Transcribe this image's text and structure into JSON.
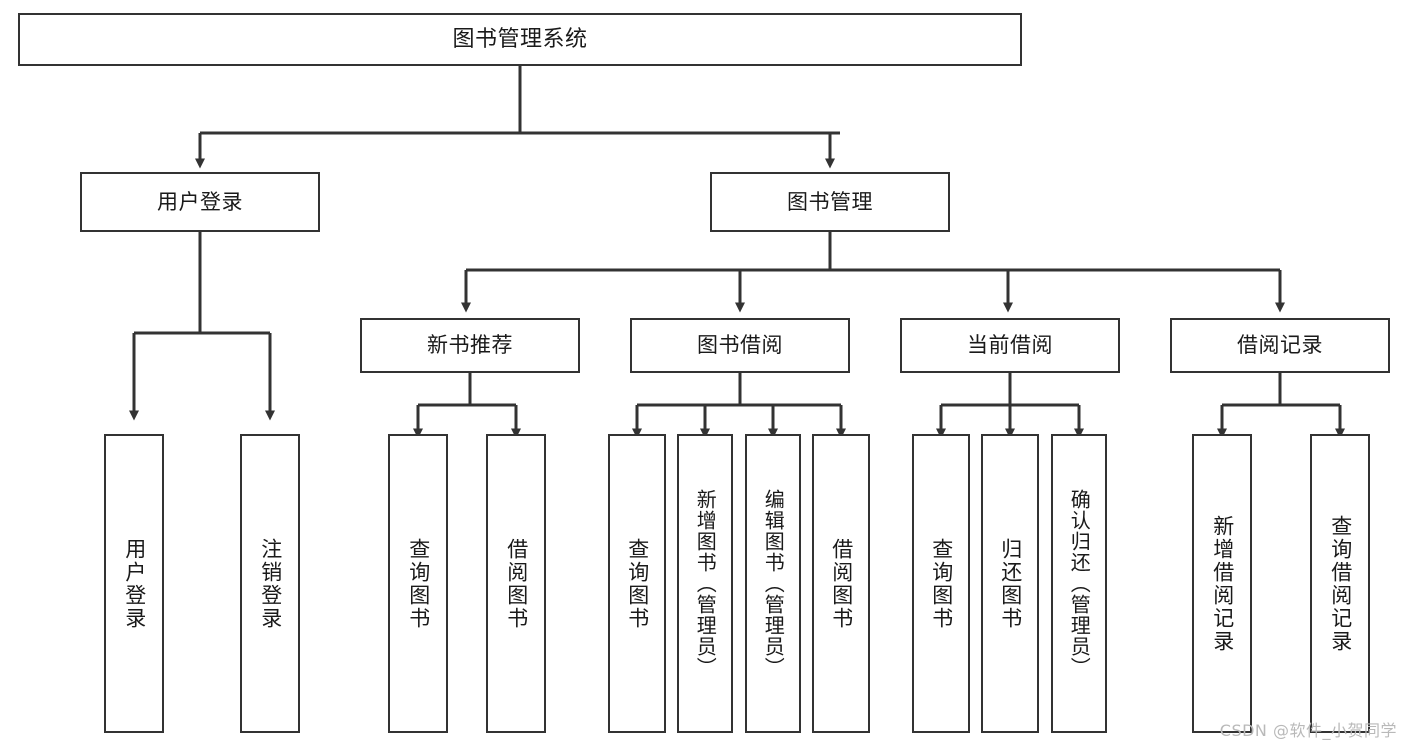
{
  "diagram": {
    "title": "图书管理系统",
    "type": "tree-hierarchy",
    "root": {
      "label": "图书管理系统"
    },
    "level2": [
      {
        "label": "用户登录"
      },
      {
        "label": "图书管理"
      }
    ],
    "level3": [
      {
        "label": "新书推荐"
      },
      {
        "label": "图书借阅"
      },
      {
        "label": "当前借阅"
      },
      {
        "label": "借阅记录"
      }
    ],
    "leaves": [
      {
        "label": "用户登录"
      },
      {
        "label": "注销登录"
      },
      {
        "label": "查询图书"
      },
      {
        "label": "借阅图书"
      },
      {
        "label": "查询图书"
      },
      {
        "label": "新增图书（管理员）"
      },
      {
        "label": "编辑图书（管理员）"
      },
      {
        "label": "借阅图书"
      },
      {
        "label": "查询图书"
      },
      {
        "label": "归还图书"
      },
      {
        "label": "确认归还（管理员）"
      },
      {
        "label": "新增借阅记录"
      },
      {
        "label": "查询借阅记录"
      }
    ]
  },
  "watermark": {
    "text": "CSDN @软件_小贺同学"
  },
  "colors": {
    "stroke": "#333333",
    "background": "#ffffff",
    "text": "#1a1a1a",
    "watermark": "#b9b9b9"
  }
}
